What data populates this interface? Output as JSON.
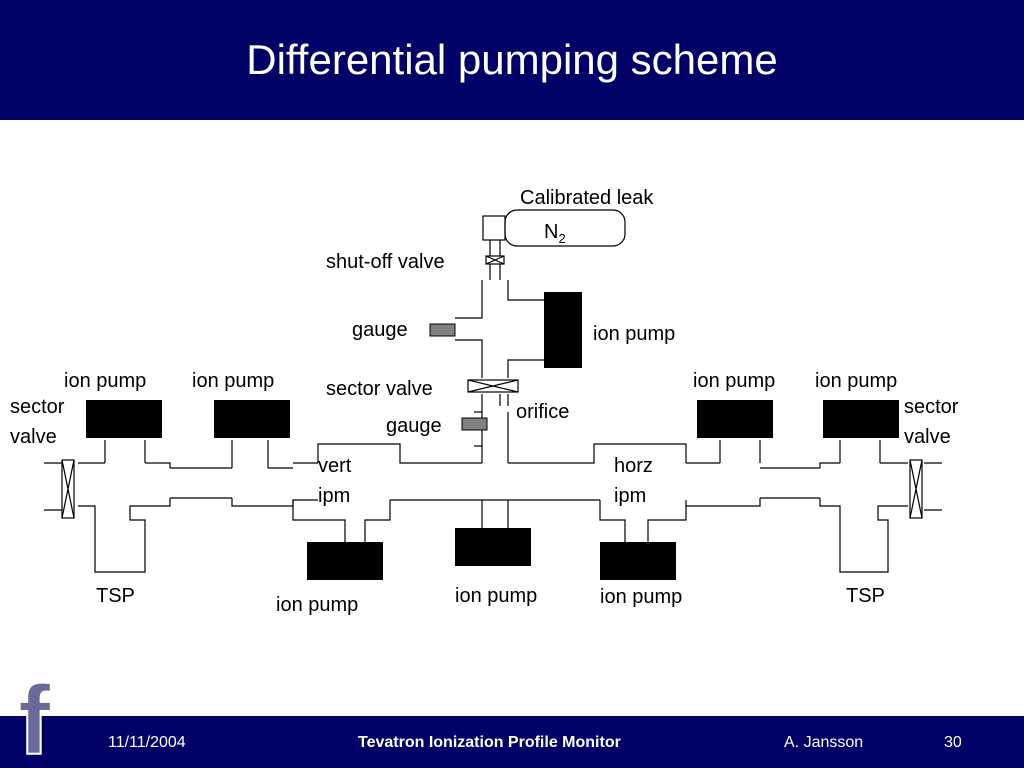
{
  "slide": {
    "title": "Differential pumping scheme"
  },
  "footer": {
    "date": "11/11/2004",
    "center": "Tevatron Ionization Profile Monitor",
    "author": "A. Jansson",
    "page": "30"
  },
  "logo": {
    "letter": "f"
  },
  "colors": {
    "bar_background": "#000066",
    "gauge_fill": "#808080",
    "pump_fill": "#000000"
  },
  "labels": {
    "calibrated_leak": "Calibrated leak",
    "n2_base": "N",
    "n2_sub": "2",
    "shutoff_valve": "shut-off valve",
    "gauge_top": "gauge",
    "ion_pump_top": "ion pump",
    "sector_valve_center": "sector valve",
    "gauge_mid": "gauge",
    "orifice": "orifice",
    "ion_pump_left_1": "ion pump",
    "ion_pump_left_2": "ion pump",
    "sector_valve_left_1": "sector",
    "sector_valve_left_2": "valve",
    "ion_pump_right_1": "ion pump",
    "ion_pump_right_2": "ion pump",
    "sector_valve_right_1": "sector",
    "sector_valve_right_2": "valve",
    "vert_1": "vert",
    "vert_2": "ipm",
    "horz_1": "horz",
    "horz_2": "ipm",
    "tsp_left": "TSP",
    "tsp_right": "TSP",
    "ion_pump_bottom_left": "ion pump",
    "ion_pump_bottom_center": "ion pump",
    "ion_pump_bottom_right": "ion pump"
  }
}
